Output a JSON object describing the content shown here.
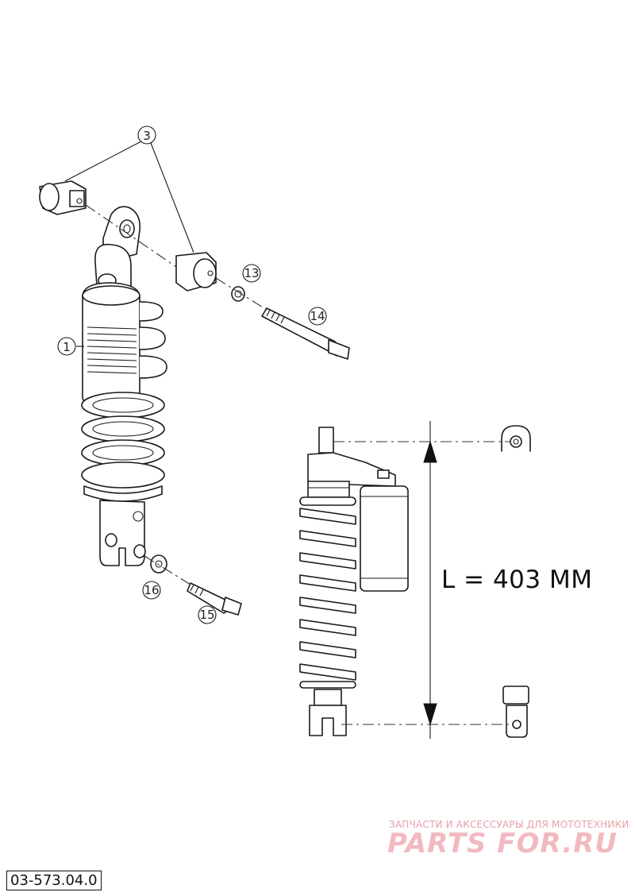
{
  "callouts": [
    {
      "id": "shock-absorber",
      "label": "1"
    },
    {
      "id": "bushing",
      "label": "3"
    },
    {
      "id": "nut",
      "label": "13"
    },
    {
      "id": "upper-bolt",
      "label": "14"
    },
    {
      "id": "lower-bolt",
      "label": "15"
    },
    {
      "id": "washer",
      "label": "16"
    }
  ],
  "dimension": {
    "label": "L = 403 MM"
  },
  "document_number": "03-573.04.0",
  "watermark": {
    "tagline": "ЗАПЧАСТИ И АКСЕССУАРЫ ДЛЯ МОТОТЕХНИКИ",
    "logo": "PARTS FOR.RU"
  }
}
